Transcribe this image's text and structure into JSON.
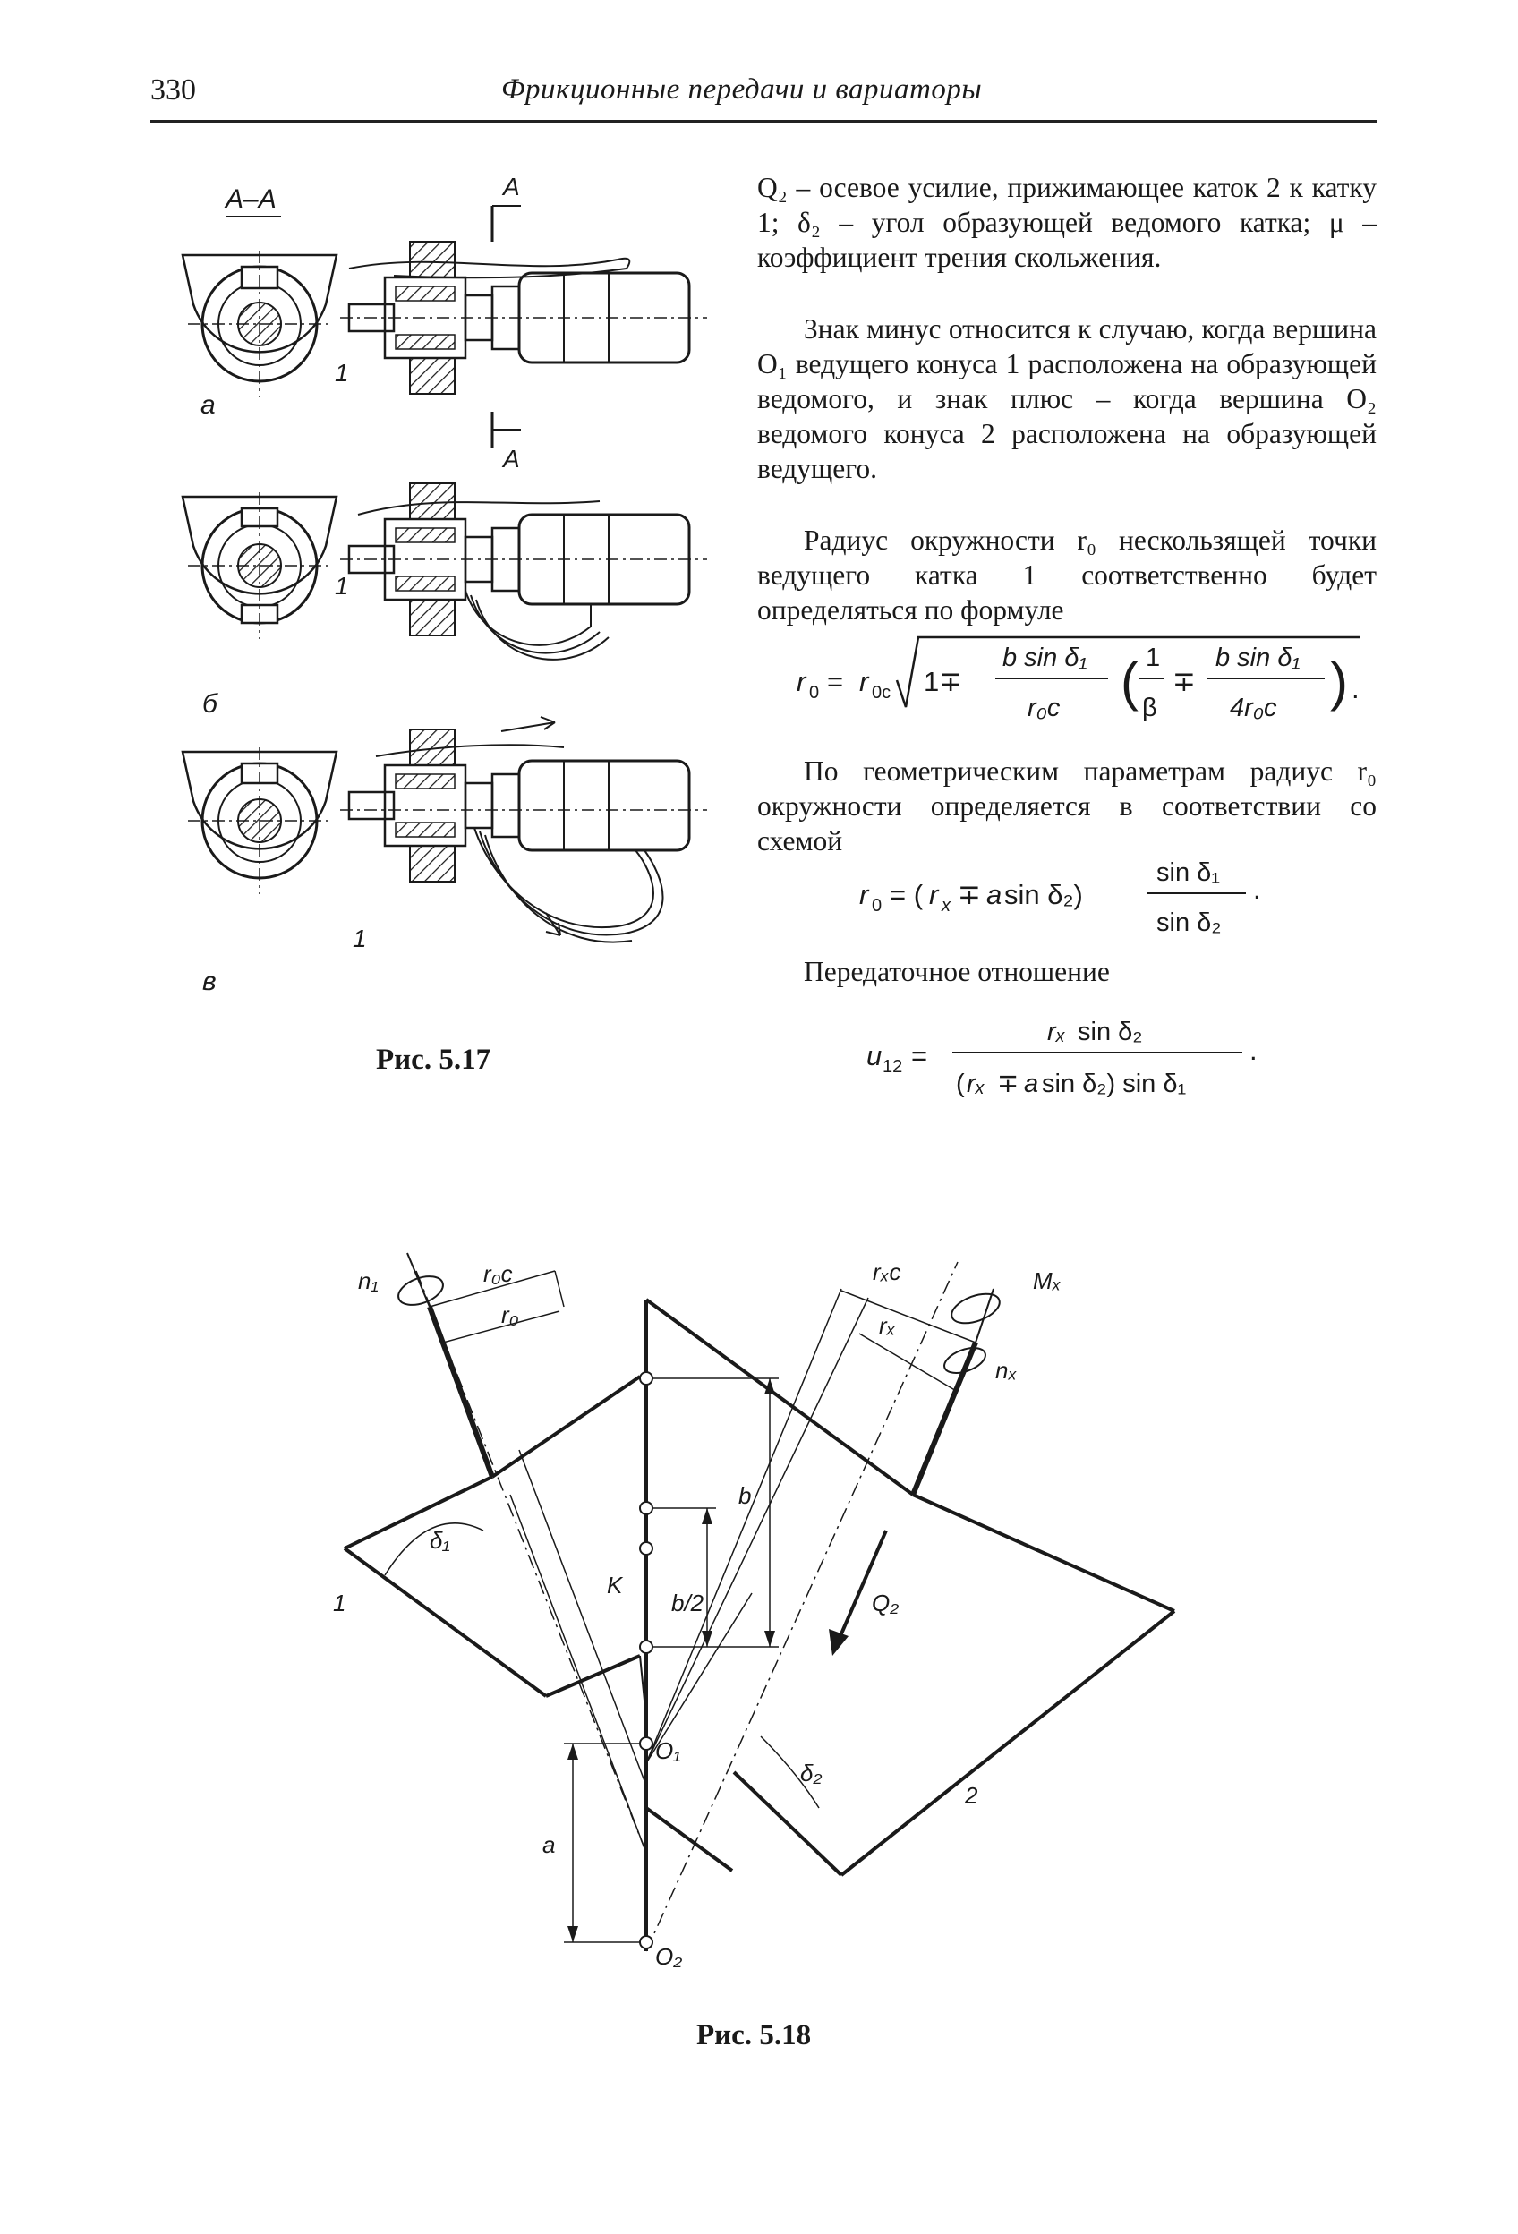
{
  "header": {
    "page_number": "330",
    "running_title": "Фрикционные передачи и вариаторы"
  },
  "text": {
    "para1": "Q₂ – осевое усилие, прижимающее каток 2 к катку 1; δ₂ – угол образующей ведомого катка; μ – коэффициент трения скольжения.",
    "para2": "Знак минус относится к случаю, когда вершина O₁ ведущего конуса 1 расположена на образующей ведомого, и знак плюс – когда вершина O₂ ведомого конуса 2 расположена на образующей ведущего.",
    "para3": "Радиус окружности r₀ нескользящей точки ведущего катка 1 соответственно будет определяться по формуле",
    "para4": "По геометрическим параметрам радиус r₀ окружности определяется в соответствии со схемой",
    "para5": "Передаточное отношение"
  },
  "formulas": {
    "f1": "r₀ = r₀c √(1 ∓ (b sin δ₁ / r₀c)(1/β ∓ b sin δ₁ / 4r₀c)).",
    "f2": "r₀ = (rₓ ∓ a sin δ₂) · sin δ₁ / sin δ₂.",
    "f3": "u₁₂ = rₓ sin δ₂ / ((rₓ ∓ a sin δ₂) sin δ₁)."
  },
  "fig517": {
    "caption": "Рис. 5.17",
    "section_label": "А–А",
    "cut_mark": "А",
    "sub_a": "а",
    "sub_b": "б",
    "sub_v": "в",
    "part_1": "1"
  },
  "fig518": {
    "caption": "Рис. 5.18",
    "labels": {
      "n1": "n₁",
      "r0c": "r₀c",
      "r0": "r₀",
      "delta1": "δ₁",
      "one": "1",
      "K": "K",
      "b": "b",
      "b2": "b/2",
      "O1": "O₁",
      "O2": "O₂",
      "a": "a",
      "rxc": "rₓc",
      "rx": "rₓ",
      "Mx": "Mₓ",
      "nx": "nₓ",
      "Q2": "Q₂",
      "delta2": "δ₂",
      "two": "2"
    }
  }
}
